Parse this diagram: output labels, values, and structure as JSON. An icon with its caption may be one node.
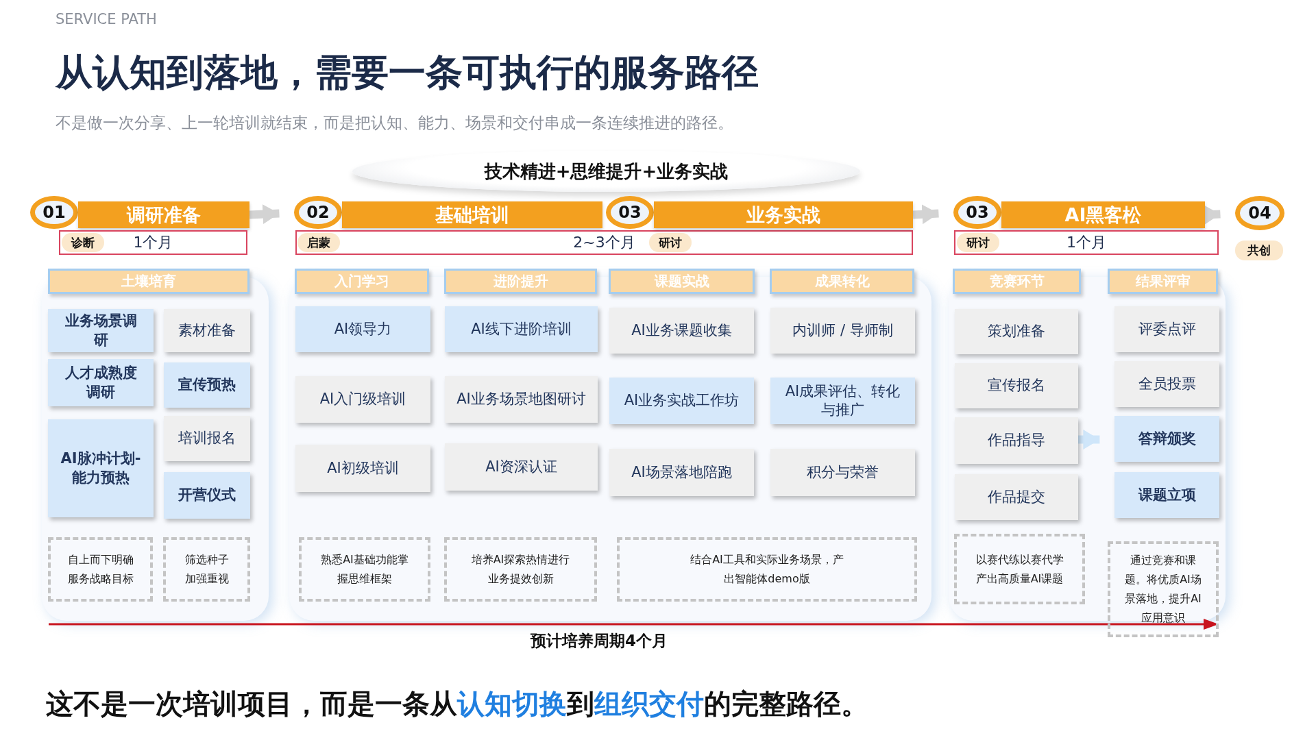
{
  "diagram": {
    "title": "从认知到落地，需要一条可执行的服务路径",
    "nodes": [
      {
        "text": [
          "技术精进+思维提升+业务实战"
        ]
      },
      {
        "text": [
          "01"
        ]
      },
      {
        "text": [
          "调研准备"
        ]
      },
      {
        "text": [
          "1个月"
        ]
      },
      {
        "text": [
          "诊断"
        ],
        "in": 3
      },
      {
        "text": [
          "02"
        ]
      },
      {
        "text": [
          "基础培训"
        ]
      },
      {
        "text": [
          "2~3个月"
        ]
      },
      {
        "text": [
          "启蒙"
        ],
        "in": 7
      },
      {
        "text": [
          "03"
        ]
      },
      {
        "text": [
          "业务实战"
        ]
      },
      {
        "text": [
          "研讨"
        ],
        "in": 7
      },
      {
        "text": [
          "03"
        ]
      },
      {
        "text": [
          "AI黑客松"
        ]
      },
      {
        "text": [
          "1个月"
        ]
      },
      {
        "text": [
          "研讨"
        ],
        "in": 14
      },
      {
        "text": [
          "04"
        ]
      },
      {
        "text": [
          "共创"
        ]
      },
      {
        "text": [
          "土壤培育"
        ]
      },
      {
        "text": [
          "入门学习"
        ]
      },
      {
        "text": [
          "进阶提升"
        ]
      },
      {
        "text": [
          "课题实战"
        ]
      },
      {
        "text": [
          "成果转化"
        ]
      },
      {
        "text": [
          "竞赛环节"
        ]
      },
      {
        "text": [
          "结果评审"
        ]
      },
      {
        "text": [
          "业务场景调研"
        ]
      },
      {
        "text": [
          "素材准备"
        ]
      },
      {
        "text": [
          "人才成熟度调研"
        ]
      },
      {
        "text": [
          "宣传预热"
        ]
      },
      {
        "text": [
          "AI脉冲计划-能力预热"
        ]
      },
      {
        "text": [
          "培训报名"
        ]
      },
      {
        "text": [
          "开营仪式"
        ]
      },
      {
        "text": [
          "AI领导力"
        ]
      },
      {
        "text": [
          "AI线下进阶培训"
        ]
      },
      {
        "text": [
          "AI业务课题收集"
        ]
      },
      {
        "text": [
          "内训师 / 导师制"
        ]
      },
      {
        "text": [
          "AI入门级培训"
        ]
      },
      {
        "text": [
          "AI业务场景地图研讨"
        ]
      },
      {
        "text": [
          "AI业务实战工作坊"
        ]
      },
      {
        "text": [
          "AI成果评估、转化与推广"
        ]
      },
      {
        "text": [
          "AI初级培训"
        ]
      },
      {
        "text": [
          "AI资深认证"
        ]
      },
      {
        "text": [
          "AI场景落地陪跑"
        ]
      },
      {
        "text": [
          "积分与荣誉"
        ]
      },
      {
        "text": [
          "策划准备"
        ]
      },
      {
        "text": [
          "评委点评"
        ]
      },
      {
        "text": [
          "宣传报名"
        ]
      },
      {
        "text": [
          "全员投票"
        ]
      },
      {
        "text": [
          "作品指导"
        ]
      },
      {
        "text": [
          "答辩颁奖"
        ]
      },
      {
        "text": [
          "作品提交"
        ]
      },
      {
        "text": [
          "课题立项"
        ]
      },
      {
        "text": [
          "自上而下明确服务战略目标"
        ]
      },
      {
        "text": [
          "筛选种子加强重视"
        ]
      },
      {
        "text": [
          "熟悉AI基础功能掌握思维框架"
        ]
      },
      {
        "text": [
          "培养AI探索热情进行业务提效创新"
        ]
      },
      {
        "text": [
          "结合AI工具和实际业务场景，产出智能体demo版"
        ]
      },
      {
        "text": [
          "以赛代练以赛代学产出高质量AI课题"
        ]
      },
      {
        "text": [
          "通过竞赛和课题。将优质AI场景落地，提升AI应用意识"
        ]
      }
    ],
    "edges": [
      {
        "from": 2,
        "to": 5,
        "arrow": "to"
      },
      {
        "from": 10,
        "to": 12,
        "arrow": "to"
      },
      {
        "from": 13,
        "to": 16,
        "arrow": "to"
      },
      {
        "from": 48,
        "to": 49,
        "arrow": "to",
        "color": "#cfe6fa"
      }
    ],
    "labels": [
      "SERVICE PATH",
      "不是做一次分享、上一轮培训就结束，而是把认知、能力、场景和交付串成一条连续推进的路径。",
      "预计培养周期4个月",
      "这不是一次培训项目，而是一条从**认知切换**到**组织交付**的完整路径。"
    ]
  }
}
